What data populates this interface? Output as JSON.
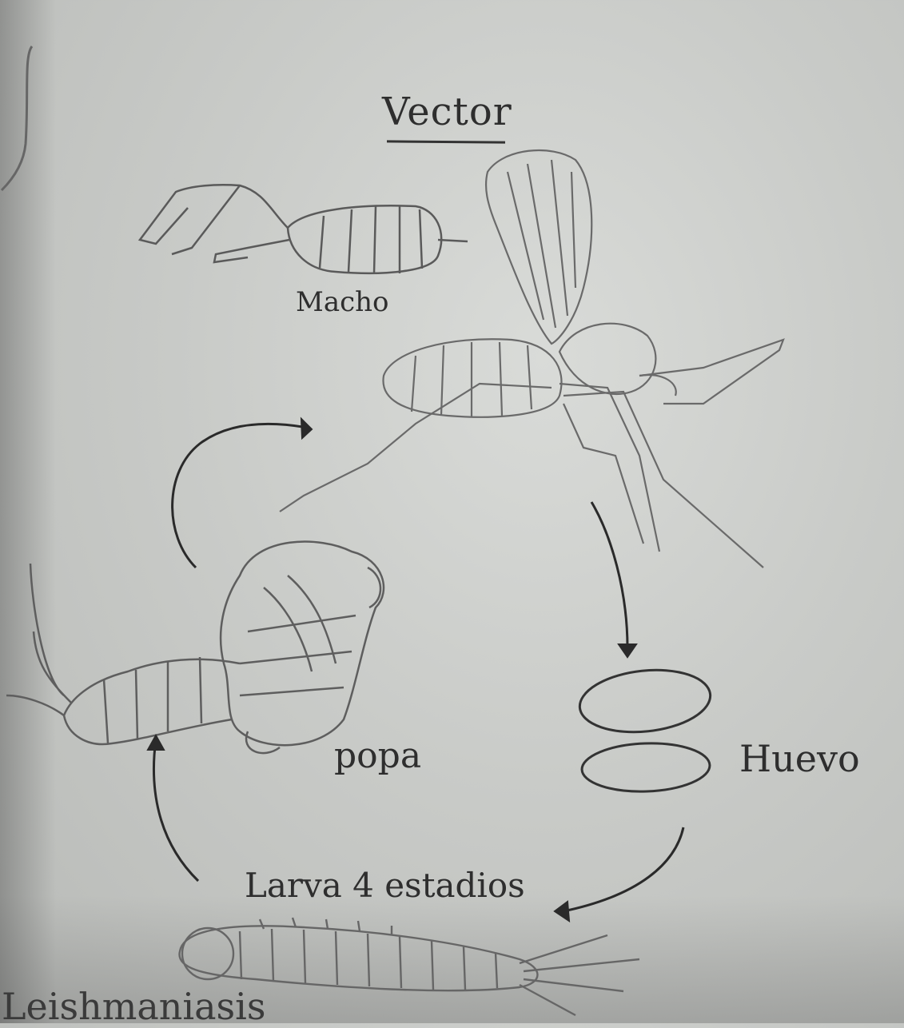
{
  "diagram": {
    "title": "Vector",
    "labels": {
      "male": "Macho",
      "pupa": "popa",
      "egg": "Huevo",
      "larva": "Larva 4 estadios"
    },
    "footer_text": "Leishmaniasis"
  },
  "colors": {
    "pencil": "#555555",
    "ink": "#2b2b2b",
    "paper": "#d3d5d2"
  }
}
